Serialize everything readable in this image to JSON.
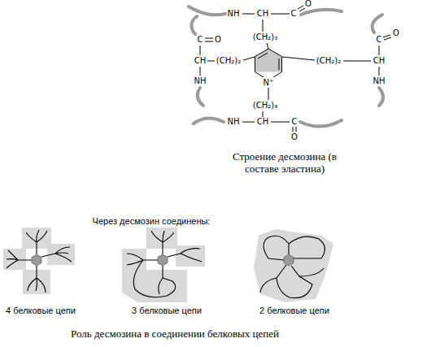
{
  "diagram": {
    "caption": "Роль десмозина в соединении белковых цепей",
    "labels": [
      "NH",
      "CH",
      "C",
      "O",
      "(CH₂)₃",
      "C",
      "O",
      "CH",
      "NH",
      "(CH₂)₂",
      "(CH₂)₂",
      "CH",
      "C",
      "O",
      "NH",
      "N⁺",
      "(CH₂)₄",
      "NH",
      "CH",
      "C",
      "O",
      "Строение десмозина (в составе эластина)",
      "Через десмозин соединены:",
      "4 белковые цепи",
      "3 белковые цепи",
      "2 белковые цепи"
    ]
  }
}
